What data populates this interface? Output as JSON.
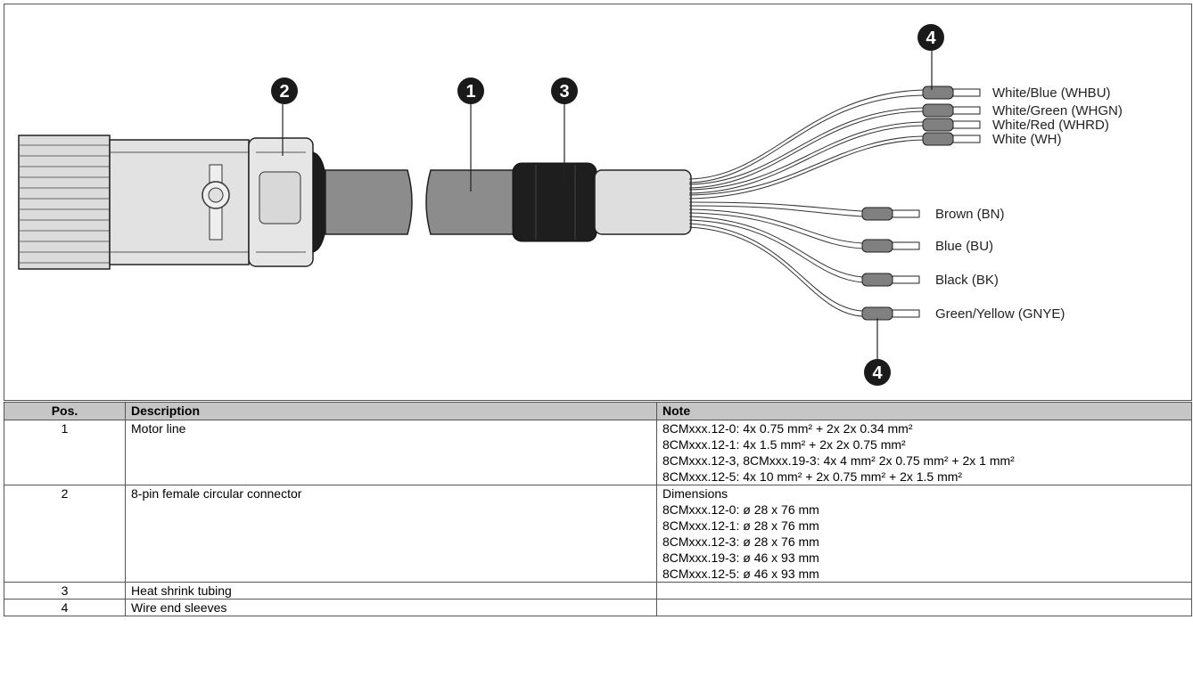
{
  "figure": {
    "callouts": [
      "1",
      "2",
      "3",
      "4",
      "4"
    ],
    "wire_labels_top": [
      "White/Blue (WHBU)",
      "White/Green (WHGN)",
      "White/Red (WHRD)",
      "White (WH)"
    ],
    "wire_labels_bottom": [
      "Brown (BN)",
      "Blue (BU)",
      "Black (BK)",
      "Green/Yellow (GNYE)"
    ]
  },
  "table": {
    "headers": {
      "pos": "Pos.",
      "description": "Description",
      "note": "Note"
    },
    "rows": [
      {
        "pos": "1",
        "description": "Motor line",
        "note": [
          "8CMxxx.12-0: 4x 0.75 mm² + 2x 2x 0.34 mm²",
          "8CMxxx.12-1: 4x 1.5 mm² + 2x 2x 0.75 mm²",
          "8CMxxx.12-3, 8CMxxx.19-3: 4x 4 mm² 2x 0.75 mm² + 2x 1 mm²",
          "8CMxxx.12-5: 4x 10 mm² + 2x 0.75 mm² + 2x 1.5 mm²"
        ]
      },
      {
        "pos": "2",
        "description": "8-pin female circular connector",
        "note": [
          "Dimensions",
          "8CMxxx.12-0: ø 28 x 76 mm",
          "8CMxxx.12-1: ø 28 x 76 mm",
          "8CMxxx.12-3: ø 28 x 76 mm",
          "8CMxxx.19-3: ø 46 x 93 mm",
          "8CMxxx.12-5: ø 46 x 93 mm"
        ]
      },
      {
        "pos": "3",
        "description": "Heat shrink tubing",
        "note": []
      },
      {
        "pos": "4",
        "description": "Wire end sleeves",
        "note": []
      }
    ]
  }
}
